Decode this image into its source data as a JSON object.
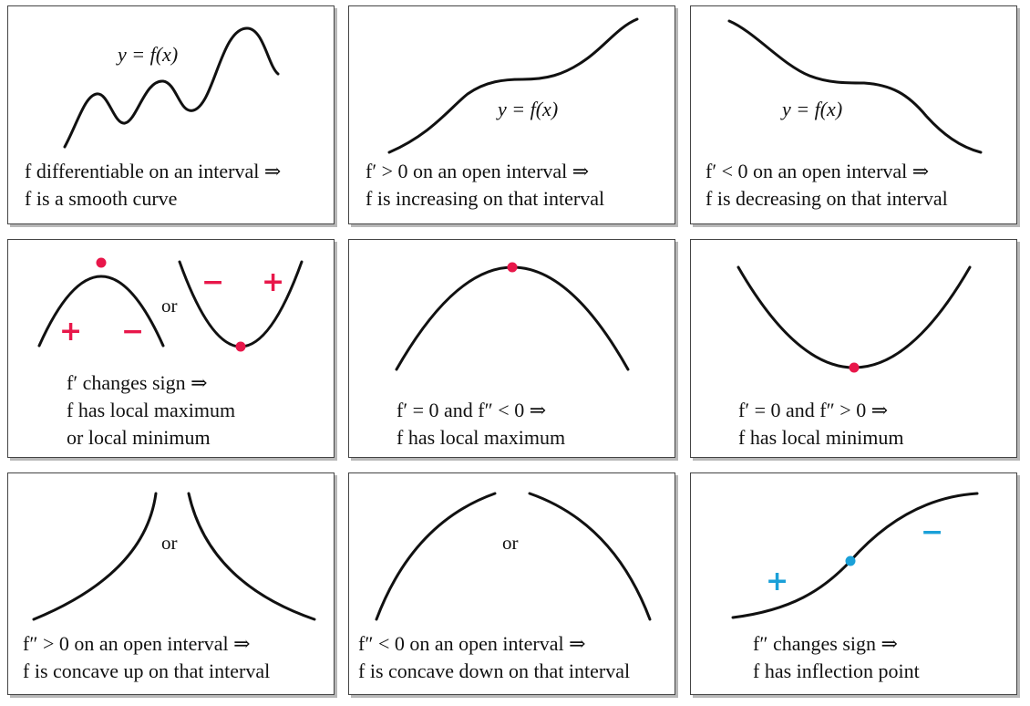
{
  "colors": {
    "critical_point": "#e8174a",
    "inflection_point": "#1aa0d8",
    "curve": "#111111"
  },
  "panels": {
    "p1": {
      "eq": "y = f(x)",
      "line1": "f differentiable on an interval ⇒",
      "line2": "f is a smooth curve"
    },
    "p2": {
      "eq": "y = f(x)",
      "line1": "f′ > 0 on an open interval ⇒",
      "line2": "f is increasing on that interval"
    },
    "p3": {
      "eq": "y = f(x)",
      "line1": "f′ < 0 on an open interval ⇒",
      "line2": "f is decreasing on that interval"
    },
    "p4": {
      "or": "or",
      "plus": "+",
      "minus": "−",
      "line1": "f′ changes sign ⇒",
      "line2": "f has local maximum",
      "line3": "or local minimum"
    },
    "p5": {
      "line1": "f′ = 0 and f″ < 0 ⇒",
      "line2": "f has local maximum"
    },
    "p6": {
      "line1": "f′ = 0 and f″ > 0 ⇒",
      "line2": "f has local minimum"
    },
    "p7": {
      "or": "or",
      "line1": "f″ > 0 on an open interval ⇒",
      "line2": "f is concave up on that interval"
    },
    "p8": {
      "or": "or",
      "line1": "f″ < 0 on an open interval ⇒",
      "line2": "f is concave down on that interval"
    },
    "p9": {
      "plus": "+",
      "minus": "−",
      "line1": "f″ changes sign ⇒",
      "line2": "f has inflection point"
    }
  }
}
